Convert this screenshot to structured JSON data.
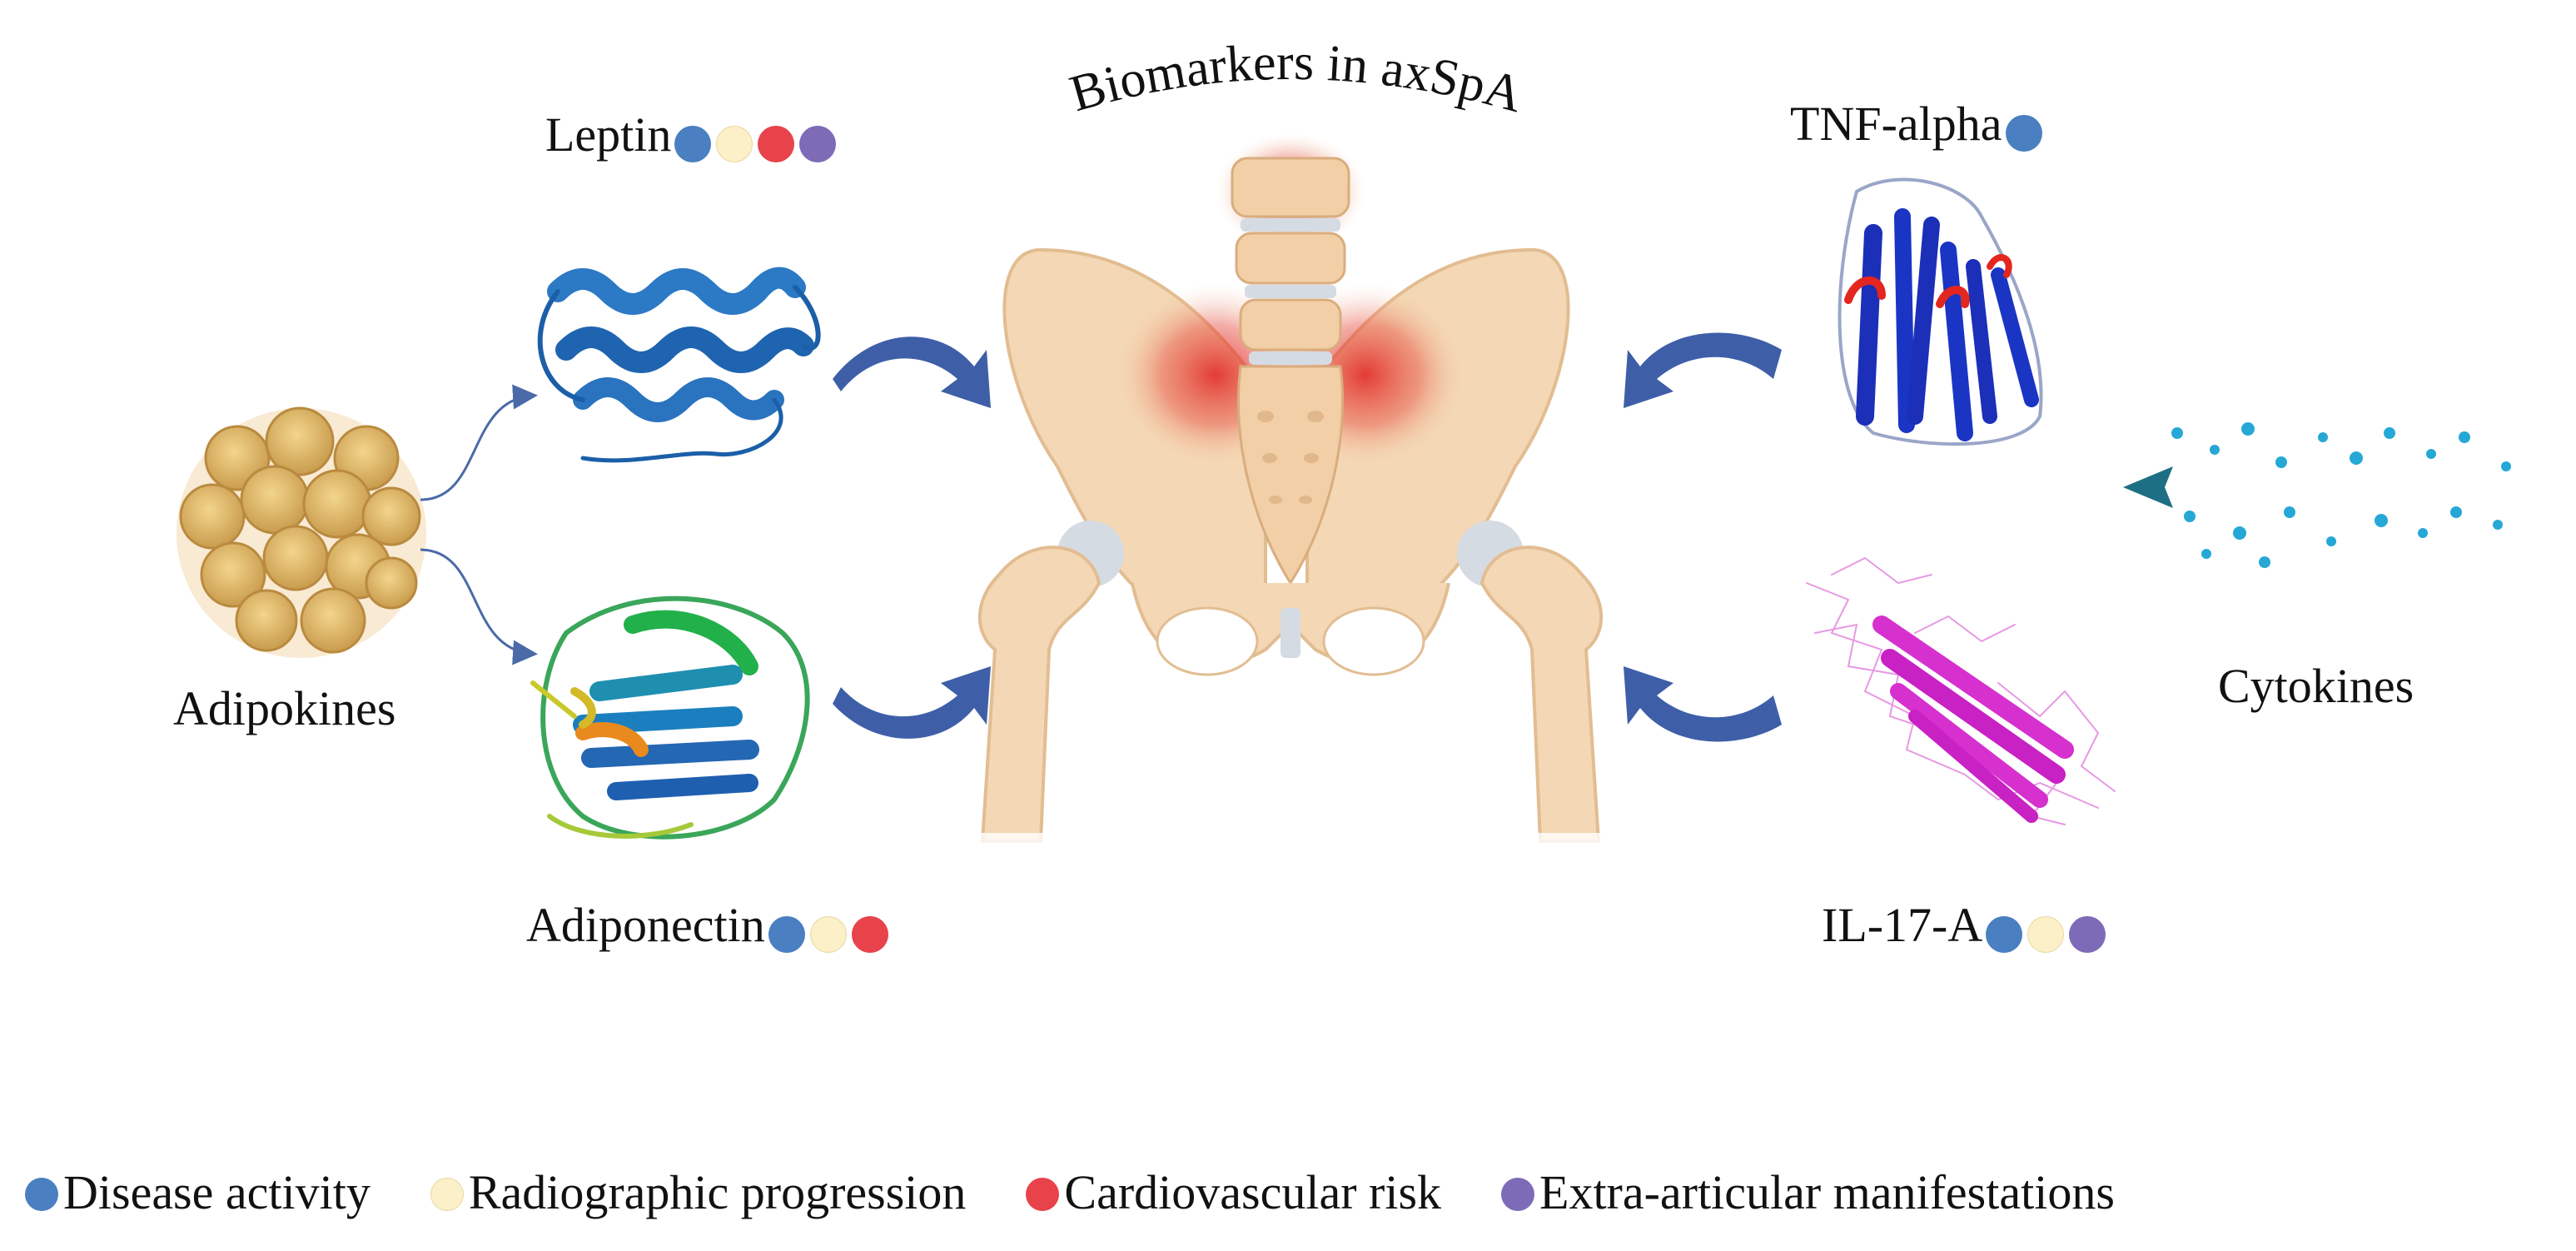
{
  "title": "Biomarkers in axSpA",
  "colors": {
    "disease_activity": "#4a7fc1",
    "radiographic_progression": "#fbf0c8",
    "cardiovascular_risk": "#e8424a",
    "extra_articular": "#7e6bb8",
    "arrow": "#3e5fa8",
    "bone": "#f4d7b4"
  },
  "groups": {
    "adipokines": "Adipokines",
    "cytokines": "Cytokines"
  },
  "biomarkers": {
    "leptin": {
      "label": "Leptin",
      "dots": [
        "disease_activity",
        "radiographic_progression",
        "cardiovascular_risk",
        "extra_articular"
      ]
    },
    "adiponectin": {
      "label": "Adiponectin",
      "dots": [
        "disease_activity",
        "radiographic_progression",
        "cardiovascular_risk"
      ]
    },
    "tnf": {
      "label": "TNF-alpha",
      "dots": [
        "disease_activity"
      ]
    },
    "il17": {
      "label": "IL-17-A",
      "dots": [
        "disease_activity",
        "radiographic_progression",
        "extra_articular"
      ]
    }
  },
  "legend": [
    {
      "key": "disease_activity",
      "label": "Disease activity"
    },
    {
      "key": "radiographic_progression",
      "label": "Radiographic progression"
    },
    {
      "key": "cardiovascular_risk",
      "label": "Cardiovascular risk"
    },
    {
      "key": "extra_articular",
      "label": "Extra-articular manifestations"
    }
  ],
  "icons": [
    "adipocyte-cluster-icon",
    "leptin-protein-icon",
    "adiponectin-protein-icon",
    "pelvis-spine-icon",
    "tnf-alpha-protein-icon",
    "il17a-protein-icon",
    "cytokine-stream-icon"
  ]
}
